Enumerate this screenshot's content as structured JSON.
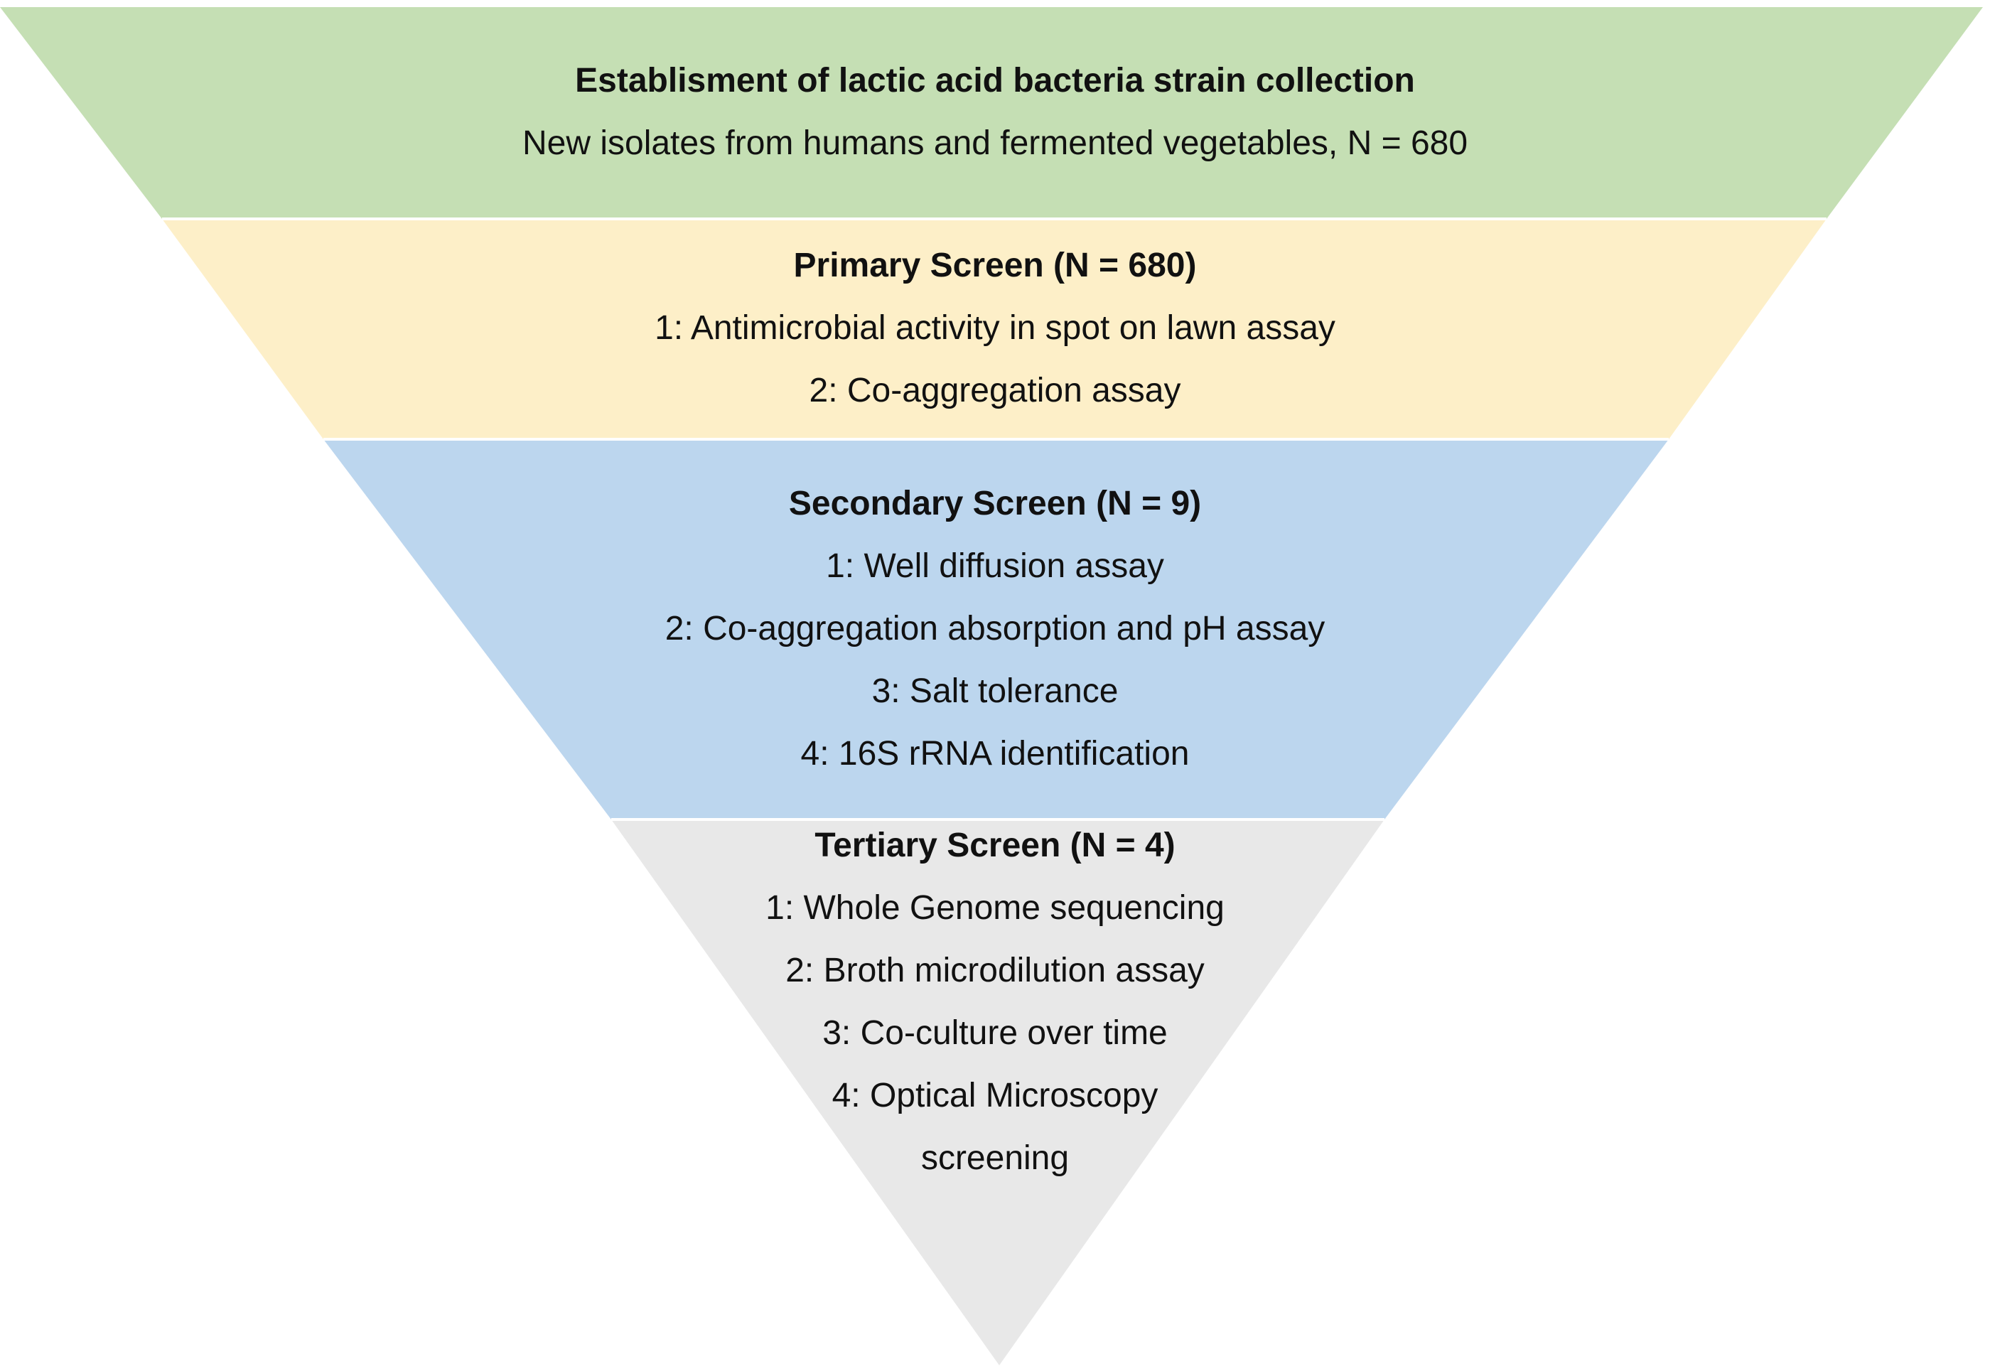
{
  "funnel": {
    "tiers": [
      {
        "id": "tier-1",
        "title": "Establisment of lactic acid bacteria strain collection",
        "lines": [
          "New isolates from humans and fermented vegetables, N = 680"
        ]
      },
      {
        "id": "tier-2",
        "title": "Primary Screen (N = 680)",
        "lines": [
          "1: Antimicrobial activity in spot on lawn assay",
          "2: Co-aggregation assay"
        ]
      },
      {
        "id": "tier-3",
        "title": "Secondary Screen (N = 9)",
        "lines": [
          "1: Well diffusion assay",
          "2: Co-aggregation absorption and pH assay",
          "3: Salt tolerance",
          "4: 16S rRNA identification"
        ]
      },
      {
        "id": "tier-4",
        "title": "Tertiary Screen (N = 4)",
        "lines": [
          "1: Whole Genome sequencing",
          "2: Broth microdilution assay",
          "3: Co-culture over time",
          "4: Optical Microscopy",
          "screening"
        ]
      }
    ]
  },
  "colors": {
    "tier_1": "#c5dfb4",
    "tier_2": "#fdefc8",
    "tier_3": "#bcd6ee",
    "tier_4": "#e8e8e8",
    "text": "#111111"
  }
}
